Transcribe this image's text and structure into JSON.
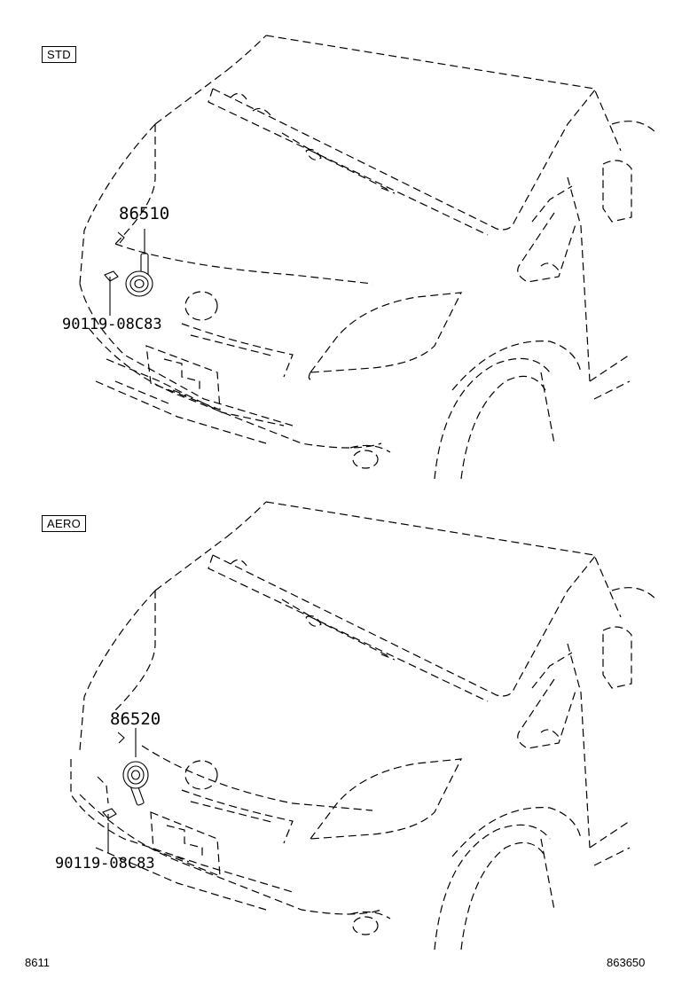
{
  "diagram": {
    "panels": [
      {
        "variant": "STD",
        "part_label": "86510",
        "bolt_label": "90119-08C83"
      },
      {
        "variant": "AERO",
        "part_label": "86520",
        "bolt_label": "90119-08C83"
      }
    ],
    "footer": {
      "left": "8611",
      "right": "863650"
    }
  }
}
